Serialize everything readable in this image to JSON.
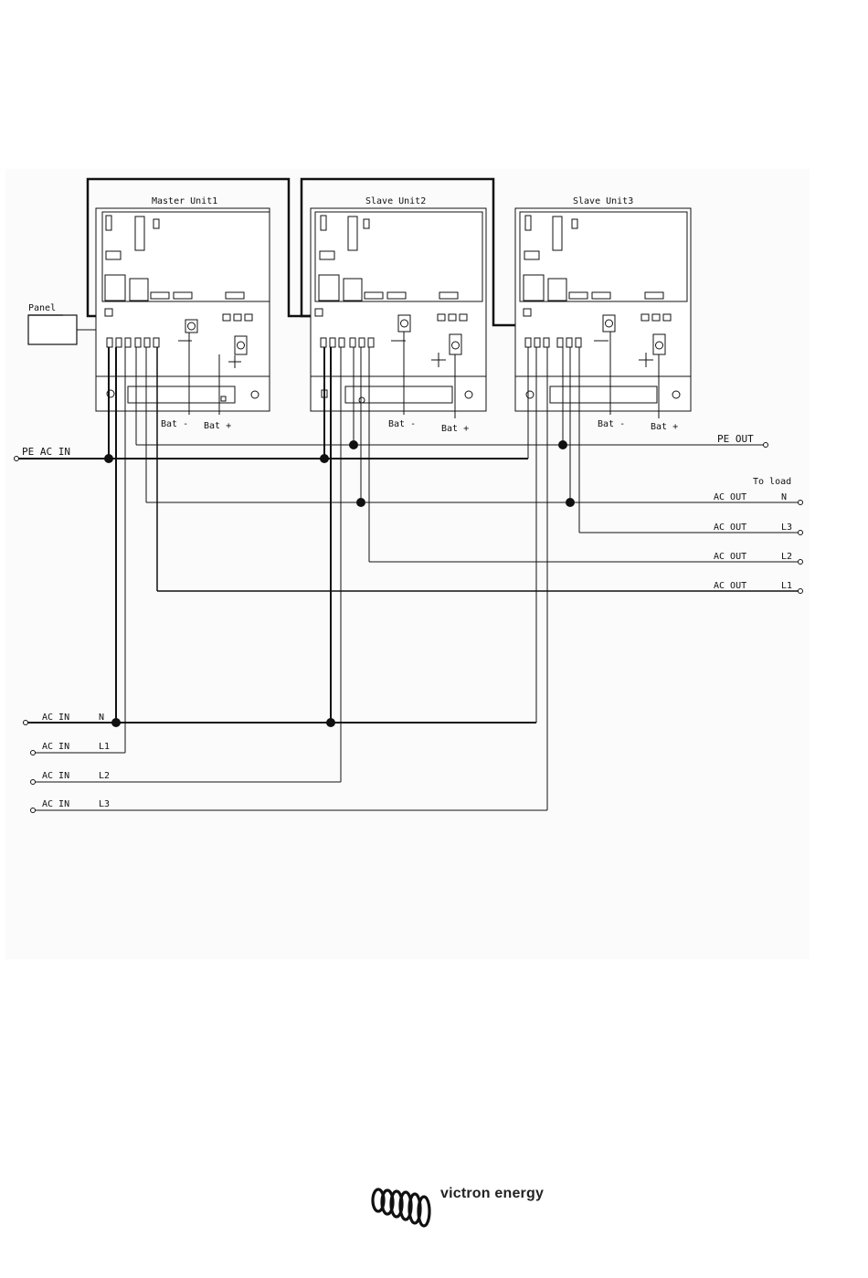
{
  "units": [
    {
      "title": "Master  Unit1",
      "bat_minus": "Bat -",
      "bat_plus": "Bat +"
    },
    {
      "title": "Slave  Unit2",
      "bat_minus": "Bat -",
      "bat_plus": "Bat +"
    },
    {
      "title": "Slave  Unit3",
      "bat_minus": "Bat -",
      "bat_plus": "Bat +"
    }
  ],
  "panel_label": "Panel",
  "pe_ac_in": "PE AC IN",
  "pe_out": "PE OUT",
  "to_load": "To load",
  "ac_out": [
    {
      "label": "AC OUT",
      "phase": "N"
    },
    {
      "label": "AC OUT",
      "phase": "L3"
    },
    {
      "label": "AC OUT",
      "phase": "L2"
    },
    {
      "label": "AC OUT",
      "phase": "L1"
    }
  ],
  "ac_in": [
    {
      "label": "AC IN",
      "phase": "N"
    },
    {
      "label": "AC IN",
      "phase": "L1"
    },
    {
      "label": "AC IN",
      "phase": "L2"
    },
    {
      "label": "AC IN",
      "phase": "L3"
    }
  ],
  "brand": {
    "name": "victron energy",
    "logo_icon": "victron-coil-logo-icon"
  }
}
